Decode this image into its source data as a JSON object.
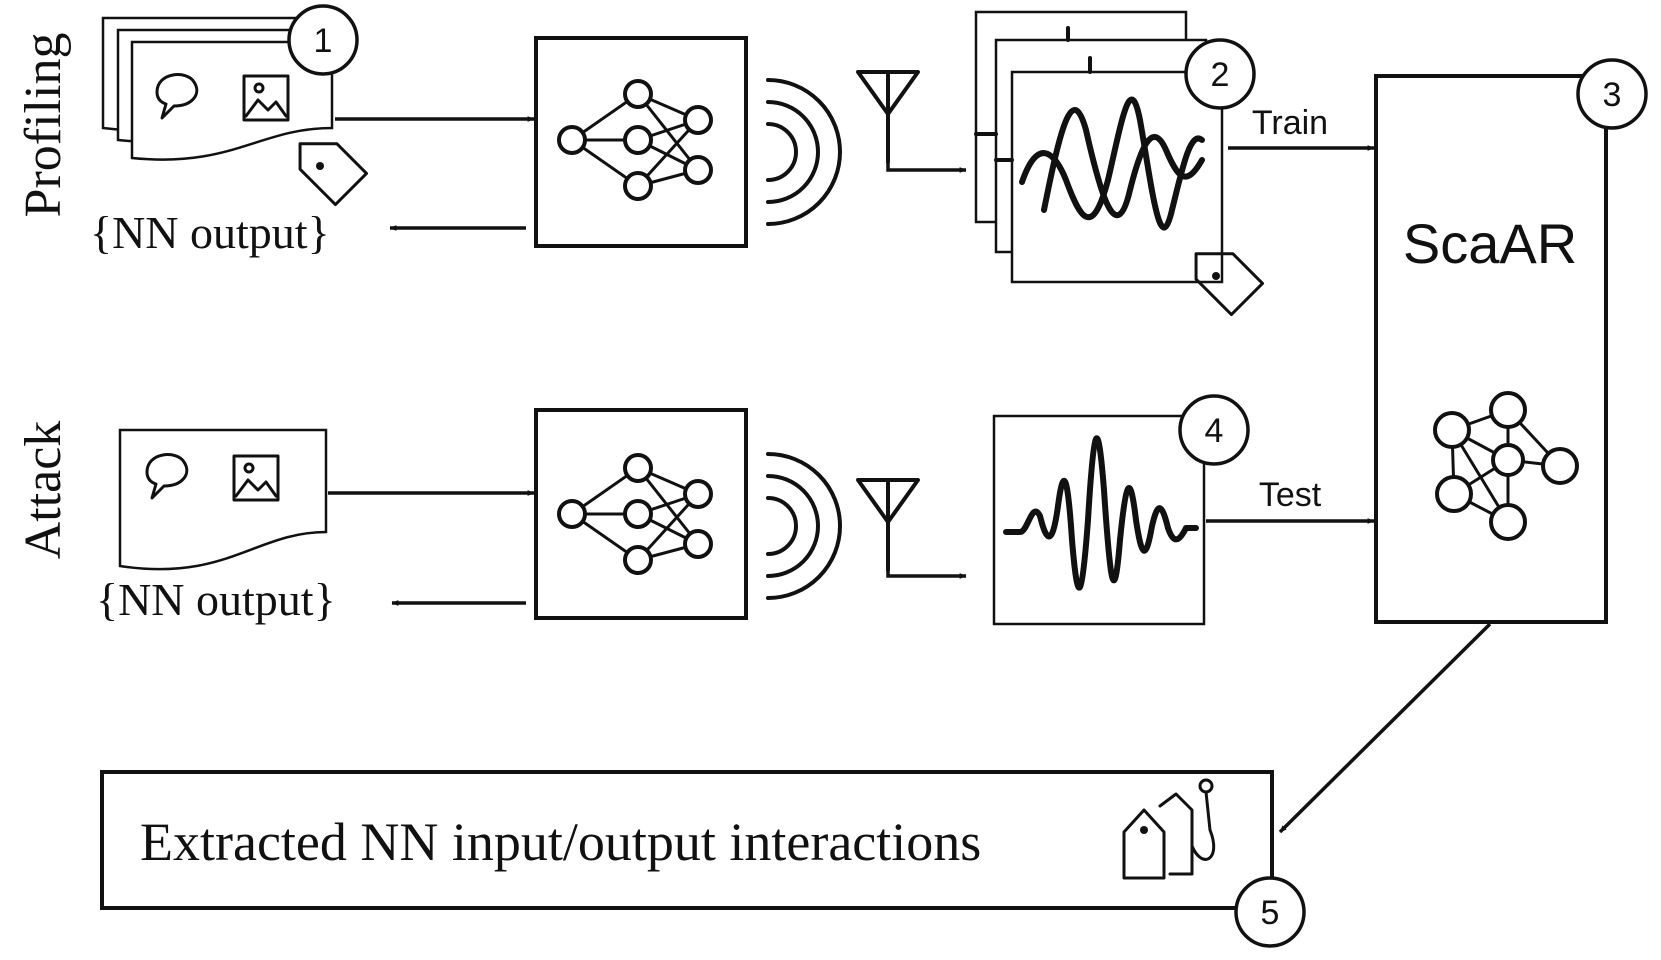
{
  "rows": {
    "profiling": {
      "label": "Profiling",
      "output_text": "{NN output}"
    },
    "attack": {
      "label": "Attack",
      "output_text": "{NN output}"
    }
  },
  "arrows": {
    "train": "Train",
    "test": "Test"
  },
  "scaar": {
    "title": "ScaAR"
  },
  "result": {
    "text": "Extracted NN input/output interactions"
  },
  "steps": {
    "s1": "1",
    "s2": "2",
    "s3": "3",
    "s4": "4",
    "s5": "5"
  }
}
